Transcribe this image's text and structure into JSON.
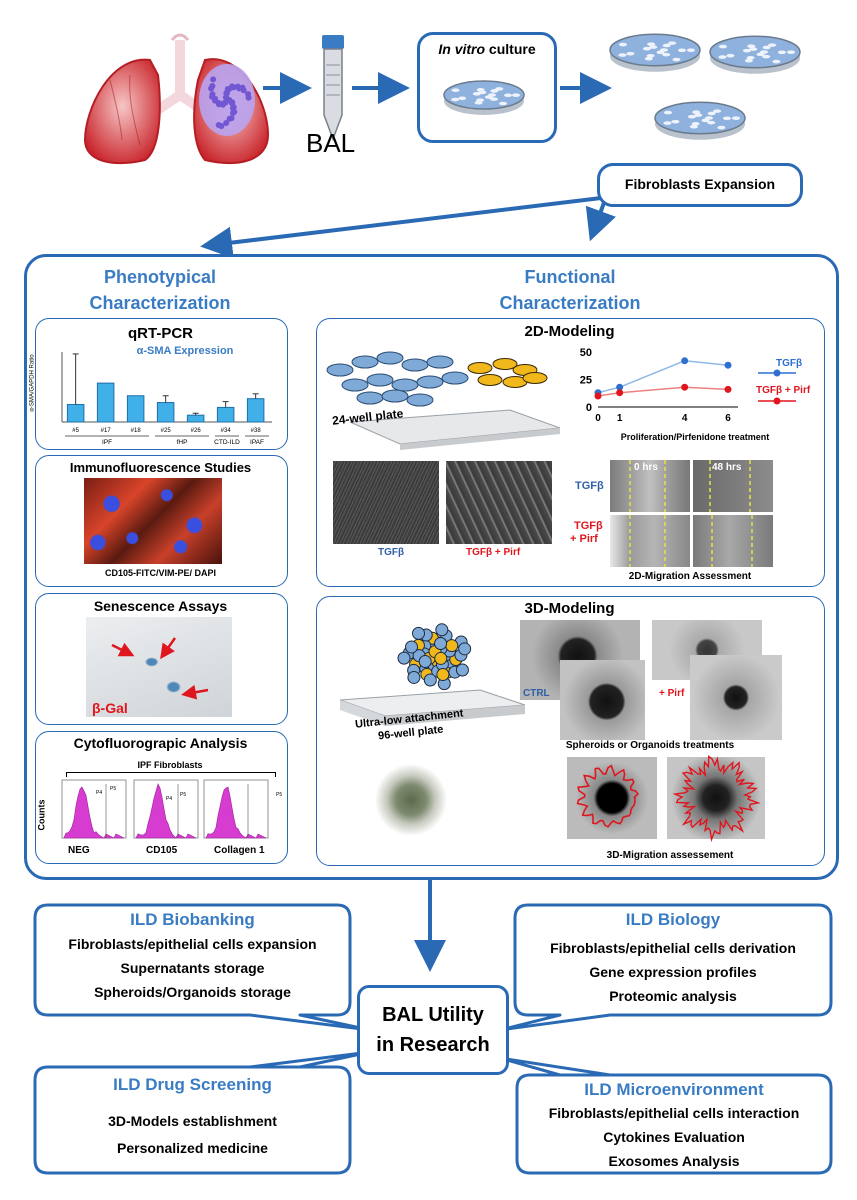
{
  "top": {
    "bal_label": "BAL",
    "culture_italic": "In vitro",
    "culture_rest": " culture",
    "expansion_label": "Fibroblasts Expansion"
  },
  "phenotypical": {
    "title_line1": "Phenotypical",
    "title_line2": "Characterization",
    "qrtpcr": {
      "title": "qRT-PCR",
      "subtitle": "α-SMA Expression",
      "ylabel": "α-SMA/GAPDH Ratio",
      "groups": [
        "IPF",
        "fHP",
        "CTD-ILD",
        "IPAF"
      ]
    },
    "immuno": {
      "title": "Immunofluorescence Studies",
      "caption": "CD105-FITC/VIM-PE/ DAPI"
    },
    "senescence": {
      "title": "Senescence Assays",
      "label": "β-Gal"
    },
    "cyto": {
      "title": "Cytofluorograpic Analysis",
      "group_label": "IPF Fibroblasts",
      "ylabel": "Counts",
      "panels": [
        "NEG",
        "CD105",
        "Collagen 1"
      ],
      "gate_labels": [
        "P4",
        "P5",
        "P4",
        "P5",
        "P5"
      ]
    }
  },
  "functional": {
    "title_line1": "Functional",
    "title_line2": "Characterization",
    "modeling2d": {
      "title": "2D-Modeling",
      "plate_label": "24-well plate",
      "chart_caption": "Proliferation/Pirfenidone treatment",
      "legend": [
        "TGFβ",
        "TGFβ + Pirf"
      ],
      "img_label_left": "TGFβ",
      "img_label_right": "TGFβ + Pirf",
      "mig_row1": "TGFβ",
      "mig_row2_a": "TGFβ",
      "mig_row2_b": "+ Pirf",
      "mig_time1": "0 hrs",
      "mig_time2": "48 hrs",
      "mig_caption": "2D-Migration Assessment"
    },
    "modeling3d": {
      "title": "3D-Modeling",
      "plate_label_line1": "Ultra-low attachment",
      "plate_label_line2": "96-well plate",
      "ctrl_label": "CTRL",
      "pirf_label": "+ Pirf",
      "spheroid_caption": "Spheroids or Organoids treatments",
      "migration_caption": "3D-Migration assessement"
    }
  },
  "chart_data": [
    {
      "type": "bar",
      "title": "α-SMA Expression",
      "ylabel": "α-SMA/GAPDH Ratio",
      "categories": [
        "#5",
        "#17",
        "#18",
        "#25",
        "#26",
        "#34",
        "#38"
      ],
      "values": [
        0.9,
        2.0,
        1.35,
        1.0,
        0.35,
        0.75,
        1.2
      ],
      "errors": [
        2.6,
        0,
        0,
        0.35,
        0.1,
        0.3,
        0.25
      ],
      "ylim": [
        0,
        3.6
      ],
      "colors": {
        "bar": "#41b0e8",
        "bar_edge": "#1f6fa8"
      }
    },
    {
      "type": "line",
      "xlabel": "Proliferation/Pirfenidone treatment",
      "x": [
        0,
        1,
        4,
        6
      ],
      "series": [
        {
          "name": "TGFβ",
          "values": [
            13,
            18,
            42,
            38
          ],
          "color": "#2f6fd0"
        },
        {
          "name": "TGFβ + Pirf",
          "values": [
            10,
            13,
            18,
            16
          ],
          "color": "#e0161f"
        }
      ],
      "yticks": [
        0,
        25,
        50
      ],
      "ylim": [
        0,
        50
      ]
    }
  ],
  "center": {
    "line1": "BAL Utility",
    "line2": "in Research"
  },
  "biobanking": {
    "title": "ILD Biobanking",
    "items": [
      "Fibroblasts/epithelial cells expansion",
      "Supernatants storage",
      "Spheroids/Organoids storage"
    ]
  },
  "biology": {
    "title": "ILD Biology",
    "items": [
      "Fibroblasts/epithelial cells derivation",
      "Gene expression profiles",
      "Proteomic analysis"
    ]
  },
  "drug": {
    "title": "ILD Drug Screening",
    "items": [
      "3D-Models establishment",
      "Personalized medicine"
    ]
  },
  "micro": {
    "title": "ILD Microenvironment",
    "items": [
      "Fibroblasts/epithelial cells interaction",
      "Cytokines Evaluation",
      "Exosomes Analysis"
    ]
  },
  "colors": {
    "accent": "#2a6ab5",
    "title_blue": "#3a7cc4",
    "red": "#e0161f",
    "bar": "#41b0e8"
  }
}
